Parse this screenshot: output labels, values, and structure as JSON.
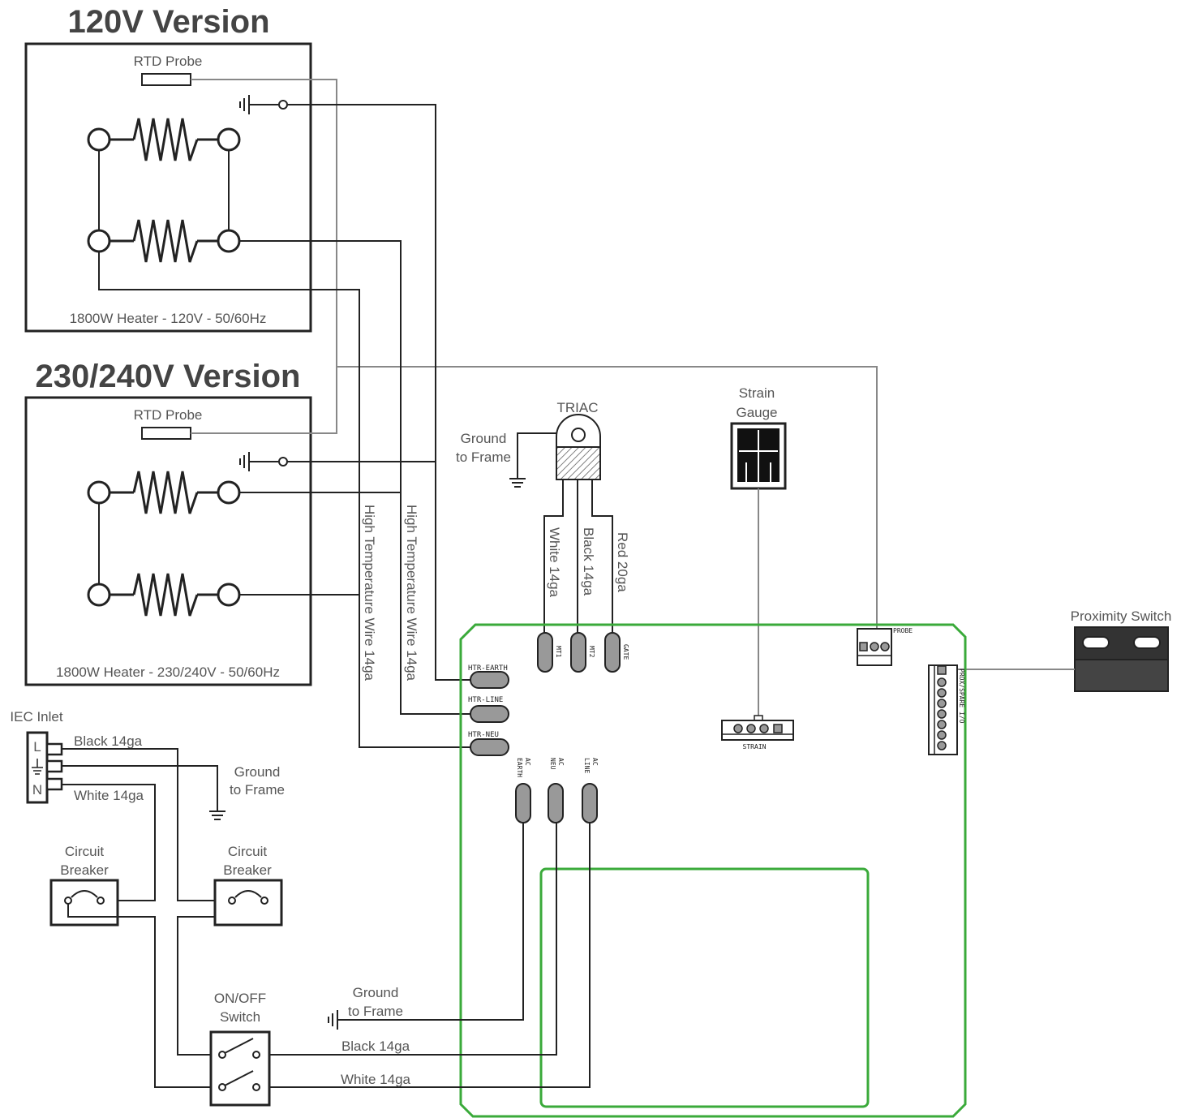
{
  "title_120": "120V Version",
  "title_230": "230/240V Version",
  "heater_120": {
    "probe_label": "RTD Probe",
    "caption": "1800W Heater - 120V - 50/60Hz"
  },
  "heater_230": {
    "probe_label": "RTD Probe",
    "caption": "1800W Heater - 230/240V - 50/60Hz"
  },
  "triac": {
    "label": "TRIAC",
    "ground_line1": "Ground",
    "ground_line2": "to Frame",
    "wire_white": "White 14ga",
    "wire_black": "Black 14ga",
    "wire_red": "Red 20ga"
  },
  "strain_gauge": {
    "line1": "Strain",
    "line2": "Gauge",
    "connector": "STRAIN"
  },
  "proximity_switch": "Proximity Switch",
  "hightemp_wire_1": "High Temperature Wire 14ga",
  "hightemp_wire_2": "High Temperature Wire 14ga",
  "board_labels": {
    "htr_earth": "HTR-EARTH",
    "htr_line": "HTR-LINE",
    "htr_neu": "HTR-NEU",
    "mt1": "MT1",
    "mt2": "MT2",
    "gate": "GATE",
    "ac_earth_1": "AC",
    "ac_earth_2": "EARTH",
    "ac_neu_1": "AC",
    "ac_neu_2": "NEU",
    "ac_line_1": "AC",
    "ac_line_2": "LINE",
    "probe": "PROBE",
    "prox": "PROX/SPARE I/O"
  },
  "iec": {
    "label": "IEC Inlet",
    "pin_l": "L",
    "pin_n": "N",
    "black_wire": "Black 14ga",
    "white_wire": "White 14ga",
    "ground_line1": "Ground",
    "ground_line2": "to Frame"
  },
  "breaker_left": {
    "line1": "Circuit",
    "line2": "Breaker"
  },
  "breaker_right": {
    "line1": "Circuit",
    "line2": "Breaker"
  },
  "switch": {
    "line1": "ON/OFF",
    "line2": "Switch"
  },
  "bottom_ground": {
    "line1": "Ground",
    "line2": "to Frame"
  },
  "bottom_black": "Black 14ga",
  "bottom_white": "White 14ga"
}
